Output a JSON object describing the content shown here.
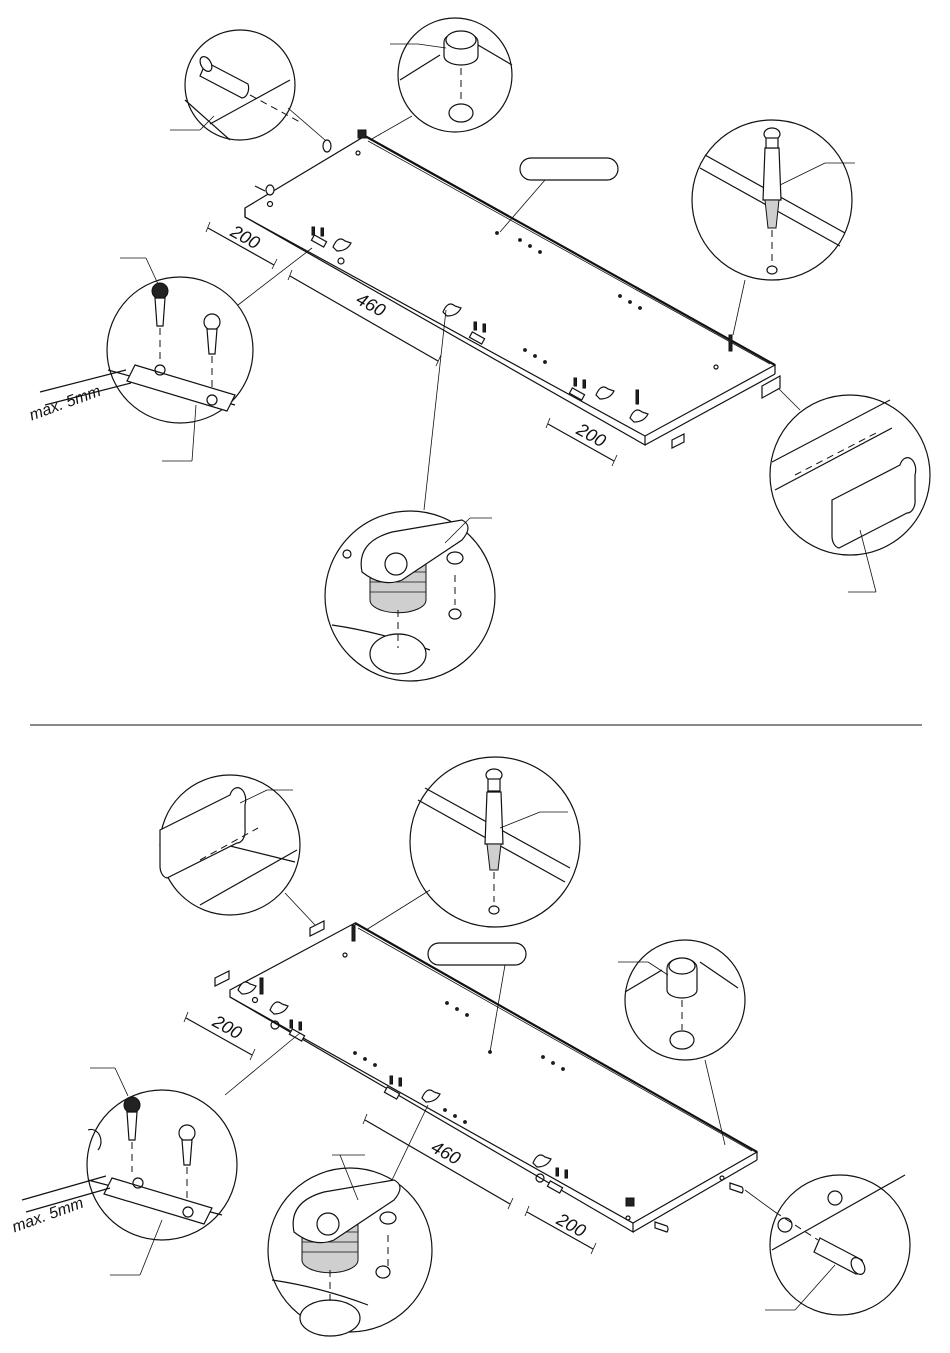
{
  "top_assembly": {
    "dimensions": {
      "left": "200",
      "middle": "460",
      "right": "200"
    },
    "gap_label": "max. 5mm"
  },
  "bottom_assembly": {
    "dimensions": {
      "left": "200",
      "middle": "460",
      "right": "200"
    },
    "gap_label": "max. 5mm"
  },
  "colors": {
    "line": "#111111",
    "background": "#ffffff",
    "shade": "#cfcfcf"
  }
}
